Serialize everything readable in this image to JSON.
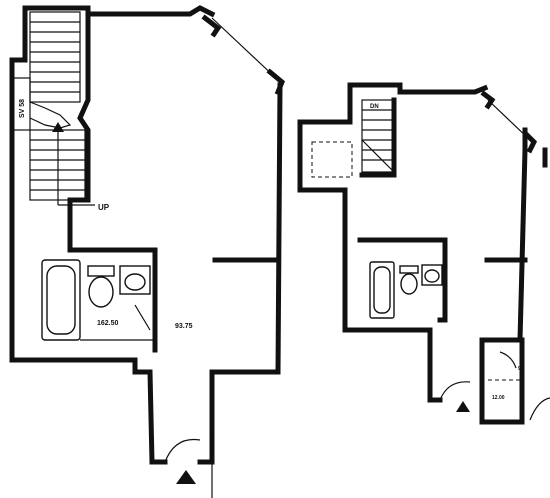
{
  "floor_plan": {
    "labels": {
      "up": "UP",
      "area_bath_left": "162.50",
      "area_main_left": "93.75",
      "stair_note_left": "SV 58",
      "stair_note_right": "DN",
      "area_small_right": "12.00",
      "side_right": "90"
    },
    "fill_color": "#ffffff",
    "line_color": "#111111"
  }
}
